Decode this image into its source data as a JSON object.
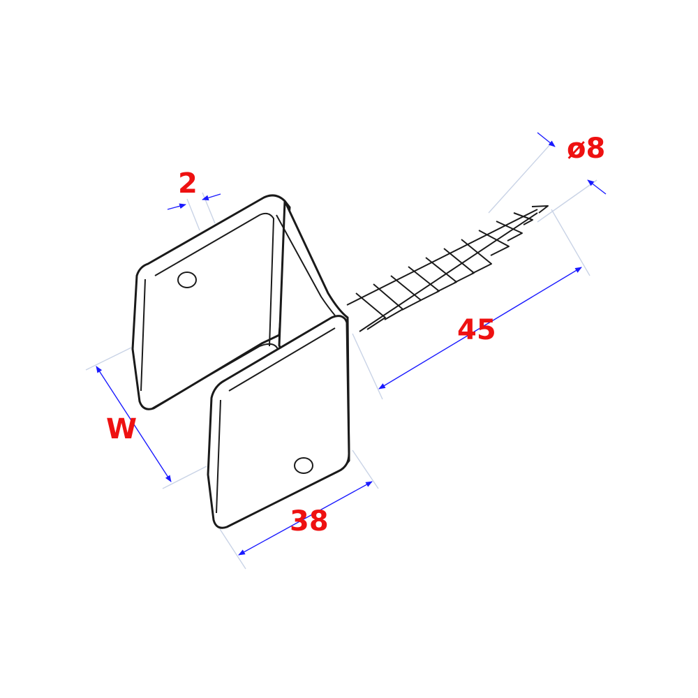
{
  "colors": {
    "dimension_text": "#ee1111",
    "dimension_line": "#1a1aff",
    "extension_line": "#c9d3e6",
    "outline": "#1a1a1a"
  },
  "dimensions": {
    "thickness": "2",
    "diameter": "ø8",
    "screw_length": "45",
    "width": "W",
    "depth": "38"
  }
}
